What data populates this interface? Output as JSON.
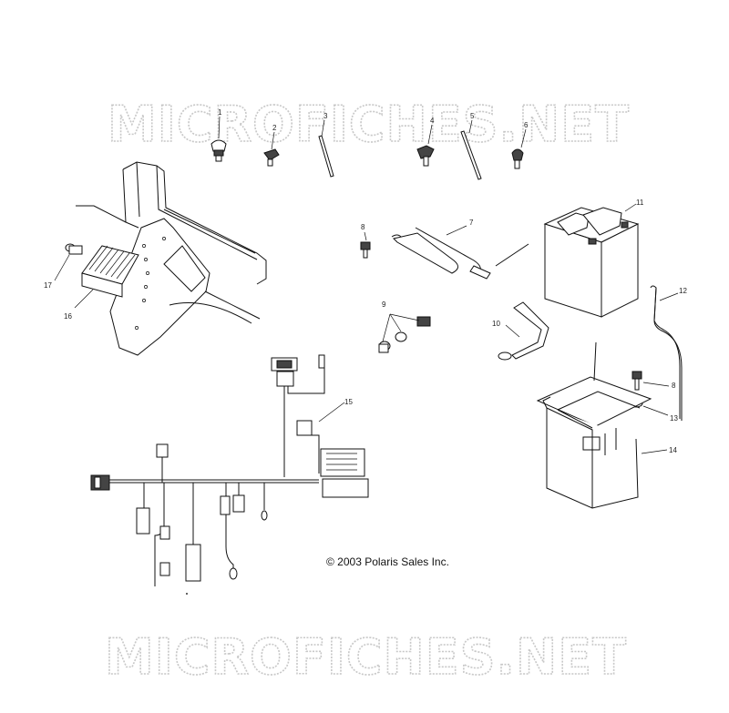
{
  "watermark": {
    "top": "MICROFICHES.NET",
    "bottom": "MICROFICHES.NET"
  },
  "copyright": "© 2003 Polaris Sales Inc.",
  "callouts": {
    "c1": "1",
    "c2": "2",
    "c3": "3",
    "c4": "4",
    "c5": "5",
    "c6": "6",
    "c7": "7",
    "c8a": "8",
    "c8b": "8",
    "c9": "9",
    "c10": "10",
    "c11": "11",
    "c12": "12",
    "c13": "13",
    "c14": "14",
    "c15": "15",
    "c16": "16",
    "c17": "17"
  }
}
